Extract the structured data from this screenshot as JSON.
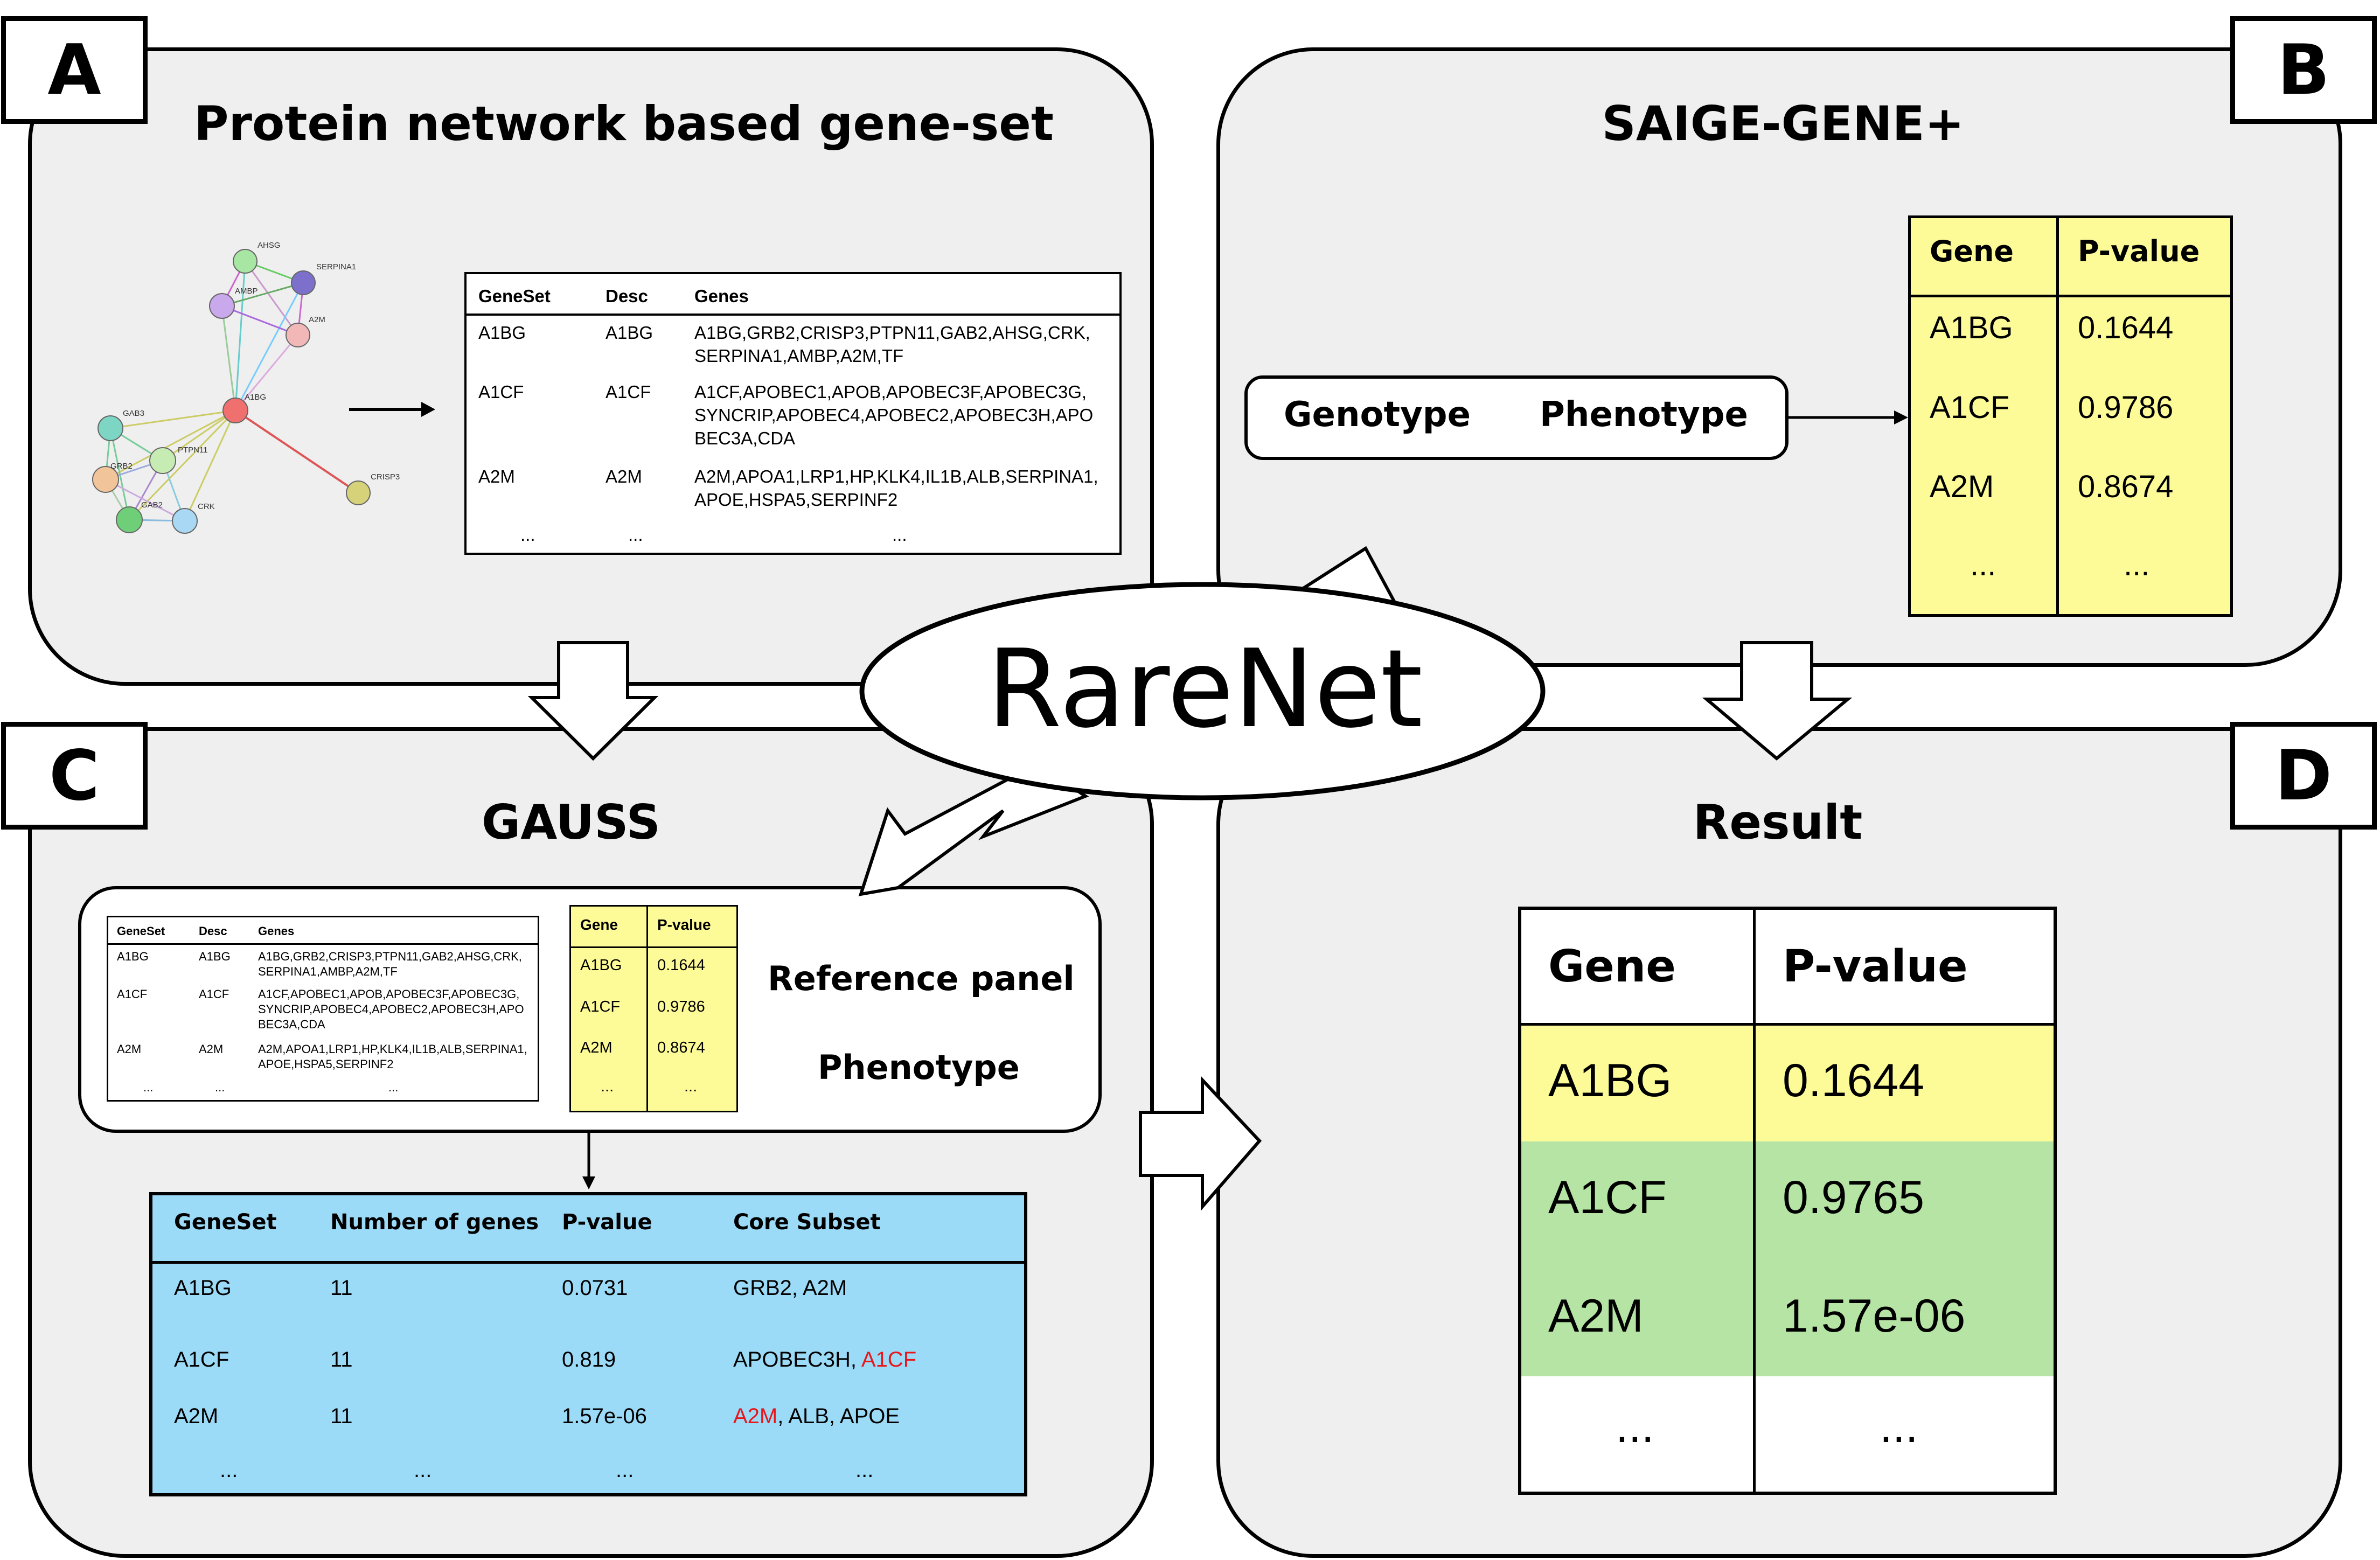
{
  "panel_a": {
    "label": "A",
    "title": "Protein network based gene-set",
    "network_nodes": [
      "AHSG",
      "SERPINA1",
      "AMBP",
      "A2M",
      "A1BG",
      "GAB3",
      "PTPN11",
      "GRB2",
      "GAB2",
      "CRK",
      "CRISP3"
    ],
    "table": {
      "headers": [
        "GeneSet",
        "Desc",
        "Genes"
      ],
      "rows": [
        {
          "set": "A1BG",
          "desc": "A1BG",
          "genes1": "A1BG,GRB2,CRISP3,PTPN11,GAB2,AHSG,CRK,",
          "genes2": "SERPINA1,AMBP,A2M,TF",
          "genes3": ""
        },
        {
          "set": "A1CF",
          "desc": "A1CF",
          "genes1": "A1CF,APOBEC1,APOB,APOBEC3F,APOBEC3G,",
          "genes2": "SYNCRIP,APOBEC4,APOBEC2,APOBEC3H,APO",
          "genes3": "BEC3A,CDA"
        },
        {
          "set": "A2M",
          "desc": "A2M",
          "genes1": "A2M,APOA1,LRP1,HP,KLK4,IL1B,ALB,SERPINA1,",
          "genes2": "APOE,HSPA5,SERPINF2",
          "genes3": ""
        }
      ],
      "ellipsis": "..."
    }
  },
  "panel_b": {
    "label": "B",
    "title": "SAIGE-GENE+",
    "inputs": [
      "Genotype",
      "Phenotype"
    ],
    "table": {
      "headers": [
        "Gene",
        "P-value"
      ],
      "rows": [
        [
          "A1BG",
          "0.1644"
        ],
        [
          "A1CF",
          "0.9786"
        ],
        [
          "A2M",
          "0.8674"
        ],
        [
          "...",
          "..."
        ]
      ]
    }
  },
  "panel_c": {
    "label": "C",
    "title": "GAUSS",
    "mini_geneset": {
      "headers": [
        "GeneSet",
        "Desc",
        "Genes"
      ],
      "rows": [
        {
          "set": "A1BG",
          "desc": "A1BG",
          "genes1": "A1BG,GRB2,CRISP3,PTPN11,GAB2,AHSG,CRK,",
          "genes2": "SERPINA1,AMBP,A2M,TF",
          "genes3": ""
        },
        {
          "set": "A1CF",
          "desc": "A1CF",
          "genes1": "A1CF,APOBEC1,APOB,APOBEC3F,APOBEC3G,",
          "genes2": "SYNCRIP,APOBEC4,APOBEC2,APOBEC3H,APO",
          "genes3": "BEC3A,CDA"
        },
        {
          "set": "A2M",
          "desc": "A2M",
          "genes1": "A2M,APOA1,LRP1,HP,KLK4,IL1B,ALB,SERPINA1,",
          "genes2": "APOE,HSPA5,SERPINF2",
          "genes3": ""
        }
      ],
      "ellipsis": "..."
    },
    "mini_pvalue": {
      "headers": [
        "Gene",
        "P-value"
      ],
      "rows": [
        [
          "A1BG",
          "0.1644"
        ],
        [
          "A1CF",
          "0.9786"
        ],
        [
          "A2M",
          "0.8674"
        ],
        [
          "...",
          "..."
        ]
      ]
    },
    "inputs": [
      "Reference panel",
      "Phenotype"
    ],
    "result_table": {
      "headers": [
        "GeneSet",
        "Number of genes",
        "P-value",
        "Core Subset"
      ],
      "rows": [
        {
          "set": "A1BG",
          "n": "11",
          "p": "0.0731",
          "core_black": "GRB2, A2M",
          "core_red": "",
          "core_tail": ""
        },
        {
          "set": "A1CF",
          "n": "11",
          "p": "0.819",
          "core_black": "APOBEC3H, ",
          "core_red": "A1CF",
          "core_tail": ""
        },
        {
          "set": "A2M",
          "n": "11",
          "p": "1.57e-06",
          "core_black": "",
          "core_red": "A2M",
          "core_tail": ", ALB, APOE"
        },
        {
          "set": "...",
          "n": "...",
          "p": "...",
          "core_black": "...",
          "core_red": "",
          "core_tail": ""
        }
      ]
    }
  },
  "panel_d": {
    "label": "D",
    "title": "Result",
    "table": {
      "headers": [
        "Gene",
        "P-value"
      ],
      "rows": [
        [
          "A1BG",
          "0.1644"
        ],
        [
          "A1CF",
          "0.9765"
        ],
        [
          "A2M",
          "1.57e-06"
        ],
        [
          "...",
          "..."
        ]
      ]
    }
  },
  "center": {
    "title": "RareNet"
  },
  "colors": {
    "panel_bg": "#efefef",
    "yellow": "#fdfb97",
    "green": "#b5e4a4",
    "blue": "#9cdbf7",
    "red": "#e8161b"
  }
}
